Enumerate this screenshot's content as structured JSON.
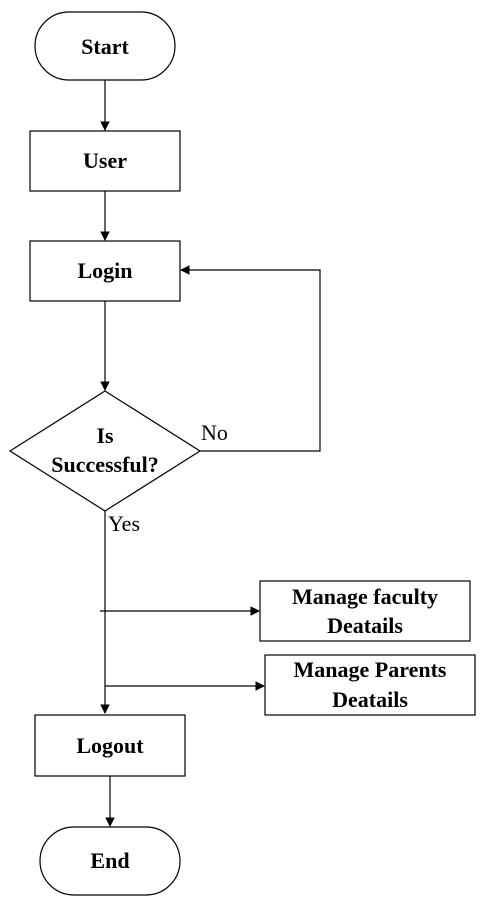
{
  "diagram": {
    "nodes": {
      "start": "Start",
      "user": "User",
      "login": "Login",
      "decision_line1": "Is",
      "decision_line2": "Successful?",
      "faculty_line1": "Manage faculty",
      "faculty_line2": "Deatails",
      "parents_line1": "Manage Parents",
      "parents_line2": "Deatails",
      "logout": "Logout",
      "end": "End"
    },
    "edge_labels": {
      "no": "No",
      "yes": "Yes"
    },
    "colors": {
      "stroke": "#000000",
      "fill": "#ffffff",
      "text": "#000000"
    }
  }
}
